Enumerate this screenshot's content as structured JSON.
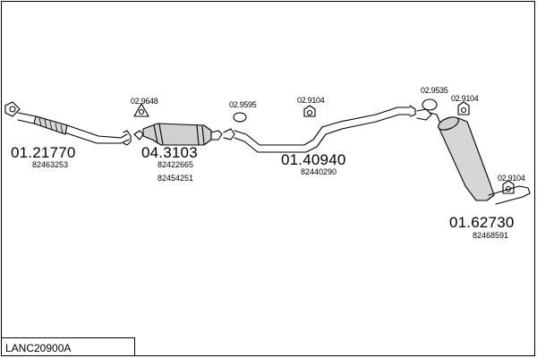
{
  "parts": [
    {
      "part_number": "01.21770",
      "oe_numbers": [
        "82463253"
      ]
    },
    {
      "part_number": "04.3103",
      "oe_numbers": [
        "82422665",
        "82454251"
      ]
    },
    {
      "part_number": "01.40940",
      "oe_numbers": [
        "82440290"
      ]
    },
    {
      "part_number": "01.62730",
      "oe_numbers": [
        "82468591"
      ]
    }
  ],
  "fittings": [
    "02.9648",
    "02.9595",
    "02.9104",
    "02.9535",
    "02.9104",
    "02.9104"
  ],
  "kit_code": "LANC20900A"
}
